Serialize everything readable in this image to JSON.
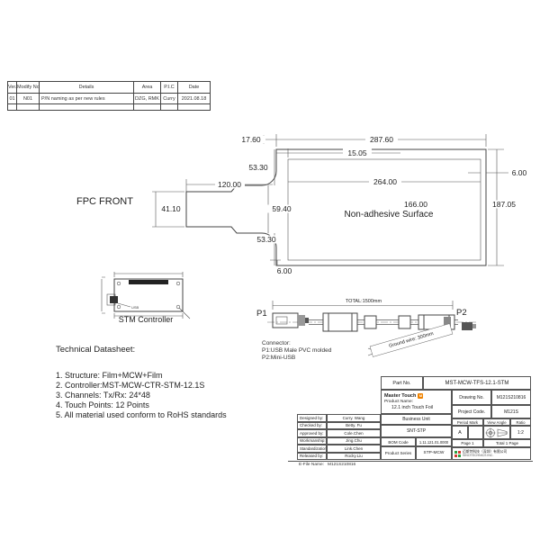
{
  "colors": {
    "brand_orange": "#f08300",
    "line_color": "#444444"
  },
  "revision_table": {
    "headers": [
      "Ver.",
      "Modify No.",
      "Details",
      "Area",
      "P.I.C",
      "Date"
    ],
    "rows": [
      [
        "01",
        "N01",
        "P/N naming as per new rules",
        "DZG, RMK",
        "Curry",
        "2021.08.18"
      ],
      [
        "",
        "",
        "",
        "",
        "",
        ""
      ]
    ]
  },
  "fpc": {
    "label": "FPC FRONT",
    "surface": "Non-adhesive Surface",
    "dims": {
      "overall_width": "287.60",
      "corner_offset": "17.60",
      "inner_offset": "15.05",
      "upper_height": "53.30",
      "lower_height": "53.30",
      "tab_length": "120.00",
      "tab_height": "41.10",
      "neck_height": "59.40",
      "inner_width": "264.00",
      "inner_height": "166.00",
      "overall_height": "187.05",
      "right_margin": "6.00",
      "bottom_margin": "6.00"
    }
  },
  "stm": {
    "label": "STM Controller",
    "usb_label": "USB"
  },
  "cable": {
    "p1": "P1",
    "p2": "P2",
    "total": "TOTAL:1500mm",
    "ground": "Ground wire: 300mm",
    "note_title": "Connector:",
    "note_p1": "P1:USB Male PVC molded",
    "note_p2": "P2:Mini-USB"
  },
  "datasheet": {
    "title": "Technical Datasheet:",
    "items": [
      "1. Structure: Film+MCW+Film",
      "2. Controller:MST-MCW-CTR-STM-12.1S",
      "3. Channels: Tx/Rx: 24*48",
      "4. Touch Points: 12 Points",
      "5. All material used conform to RoHS standards"
    ]
  },
  "title_block": {
    "part_no_label": "Part No.",
    "part_no": "MST-MCW-TFS-12.1-STM",
    "brand": "Master Touch",
    "product_name_label": "Product Name:",
    "product_name": "12.1 inch Touch Foil",
    "drawing_no_label": "Drawing No.",
    "drawing_no": "M121S210816",
    "project_code_label": "Project Code.",
    "project_code": "M121S",
    "people": [
      {
        "label": "Designed by:",
        "name": "Curry. Wang"
      },
      {
        "label": "Checked by:",
        "name": "Betty. Fu"
      },
      {
        "label": "Approved by:",
        "name": "Cole.Chen"
      },
      {
        "label": "Workmanship:",
        "name": "Jing.Chu"
      },
      {
        "label": "Standardization:",
        "name": "Link.Chen"
      },
      {
        "label": "Released by:",
        "name": "Rocky.Liu"
      }
    ],
    "business_unit_label": "Business Unit",
    "business_unit": "SNT-STP",
    "bom_code_label": "BOM Code",
    "bom_code": "1.11.121.01.0000",
    "product_series_label": "Product Series",
    "product_series": "STP-MCW",
    "period_mark_label": "Period Mark",
    "period_mark": "A",
    "view_angle_label": "View Angle",
    "ratio_label": "Ratio",
    "ratio": "1:2",
    "page": "Page 1",
    "total_page": "Total 1 Page",
    "company_cn": "迈斯特科技（深圳）有限公司",
    "company_en": "SINOTECHNICS INC."
  },
  "footer": {
    "efile_label": "E-File Name:",
    "efile_value": "M121S210816"
  }
}
